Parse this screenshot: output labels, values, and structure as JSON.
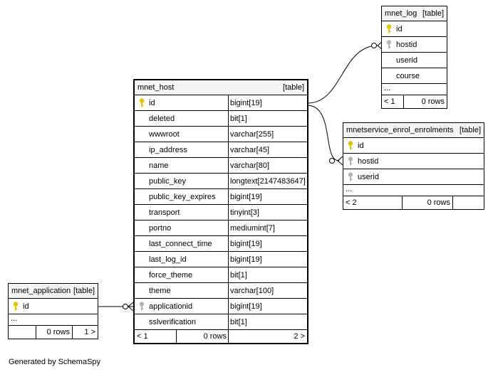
{
  "generator": "Generated by SchemaSpy",
  "tables": {
    "mnet_host": {
      "name": "mnet_host",
      "tag": "[table]",
      "columns": [
        {
          "name": "id",
          "type": "bigint[19]",
          "key": "primary"
        },
        {
          "name": "deleted",
          "type": "bit[1]",
          "key": "none"
        },
        {
          "name": "wwwroot",
          "type": "varchar[255]",
          "key": "none"
        },
        {
          "name": "ip_address",
          "type": "varchar[45]",
          "key": "none"
        },
        {
          "name": "name",
          "type": "varchar[80]",
          "key": "none"
        },
        {
          "name": "public_key",
          "type": "longtext[2147483647]",
          "key": "none"
        },
        {
          "name": "public_key_expires",
          "type": "bigint[19]",
          "key": "none"
        },
        {
          "name": "transport",
          "type": "tinyint[3]",
          "key": "none"
        },
        {
          "name": "portno",
          "type": "mediumint[7]",
          "key": "none"
        },
        {
          "name": "last_connect_time",
          "type": "bigint[19]",
          "key": "none"
        },
        {
          "name": "last_log_id",
          "type": "bigint[19]",
          "key": "none"
        },
        {
          "name": "force_theme",
          "type": "bit[1]",
          "key": "none"
        },
        {
          "name": "theme",
          "type": "varchar[100]",
          "key": "none"
        },
        {
          "name": "applicationid",
          "type": "bigint[19]",
          "key": "foreign"
        },
        {
          "name": "sslverification",
          "type": "bit[1]",
          "key": "none"
        }
      ],
      "footer": {
        "parents": "< 1",
        "rows": "0 rows",
        "children": "2 >"
      }
    },
    "mnet_log": {
      "name": "mnet_log",
      "tag": "[table]",
      "columns": [
        {
          "name": "id",
          "key": "primary"
        },
        {
          "name": "hostid",
          "key": "foreign"
        },
        {
          "name": "userid",
          "key": "none"
        },
        {
          "name": "course",
          "key": "none"
        }
      ],
      "ellipsis": "...",
      "footer": {
        "parents": "< 1",
        "rows": "0 rows"
      }
    },
    "mnetservice_enrol_enrolments": {
      "name": "mnetservice_enrol_enrolments",
      "tag": "[table]",
      "columns": [
        {
          "name": "id",
          "key": "primary"
        },
        {
          "name": "hostid",
          "key": "foreign"
        },
        {
          "name": "userid",
          "key": "foreign"
        }
      ],
      "ellipsis": "...",
      "footer": {
        "parents": "< 2",
        "rows": "0 rows"
      }
    },
    "mnet_application": {
      "name": "mnet_application",
      "tag": "[table]",
      "columns": [
        {
          "name": "id",
          "key": "primary"
        }
      ],
      "ellipsis": "...",
      "footer": {
        "rows": "0 rows",
        "children": "1 >"
      }
    }
  },
  "colors": {
    "primary_key": "#e6c300",
    "foreign_key": "#b5b5b5",
    "header_bg": "#f4f4f4"
  }
}
